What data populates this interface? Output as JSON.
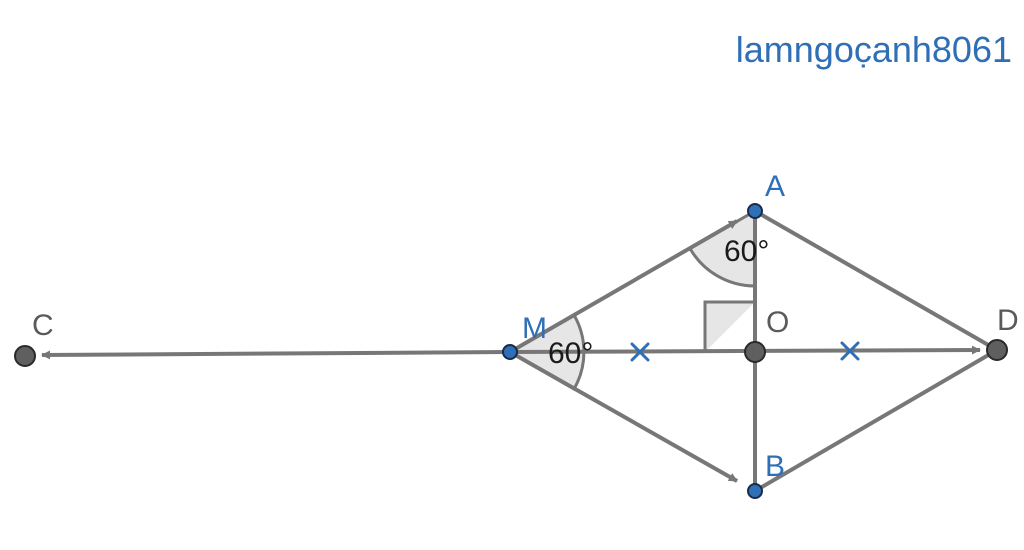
{
  "watermark": "lamngoc̣anh8061",
  "points": {
    "A": "A",
    "B": "B",
    "C": "C",
    "D": "D",
    "M": "M",
    "O": "O"
  },
  "angles": {
    "at_A": "60°",
    "at_M": "60°"
  },
  "colors": {
    "segment": "#777777",
    "blue_point": "#2f6fb5",
    "gray_point": "#5f5f5f",
    "tick_mark": "#2f6fb5",
    "angle_fill": "#e6e6e6"
  }
}
